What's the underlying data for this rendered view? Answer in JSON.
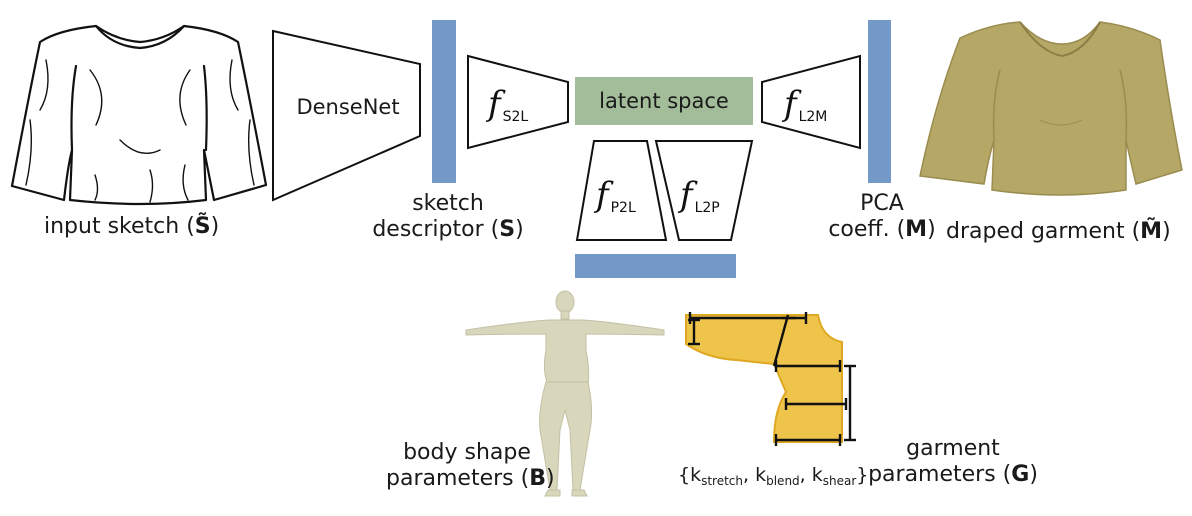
{
  "colors": {
    "descriptor_bar": "#7399c9",
    "latent_box": "#a3bd9a",
    "garment_fill": "#eec44b",
    "garment_stroke": "#e0a820",
    "draped_garment": "#b5a765",
    "body": "#d8d6bb"
  },
  "blocks": {
    "densenet": "DenseNet",
    "latent": "latent space",
    "f": "f",
    "s2l": "S2L",
    "l2m": "L2M",
    "p2l": "P2L",
    "l2p": "L2P"
  },
  "labels": {
    "input_sketch": "input sketch (",
    "input_sketch_sym": "S̃",
    "input_sketch_end": ")",
    "sketch_line1": "sketch",
    "sketch_line2": "descriptor (",
    "sketch_sym": "S",
    "sketch_end": ")",
    "pca_line1": "PCA",
    "pca_line2": "coeff. (",
    "pca_sym": "M",
    "pca_end": ")",
    "draped": "draped garment (",
    "draped_sym": "M̃",
    "draped_end": ")",
    "body_line1": "body shape",
    "body_line2": "parameters (",
    "body_sym": "B",
    "body_end": ")",
    "garment_line1": "garment",
    "garment_line2": "parameters (",
    "garment_sym": "G",
    "garment_end": ")",
    "k_open": "{k",
    "k_stretch": "stretch",
    "k_sep1": ", k",
    "k_blend": "blend",
    "k_sep2": ", k",
    "k_shear": "shear",
    "k_close": "}"
  },
  "icons": [
    "sketch-shirt-icon",
    "draped-shirt-icon",
    "body-mannequin-icon",
    "garment-pattern-icon"
  ]
}
